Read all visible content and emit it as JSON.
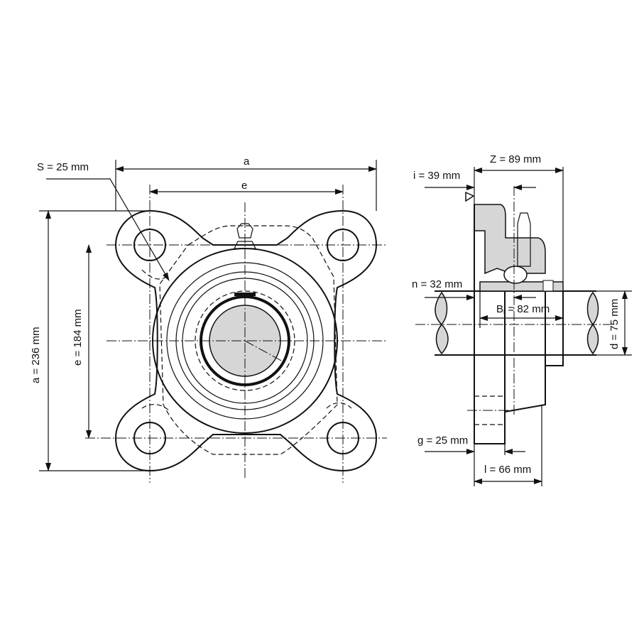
{
  "title": "Square flange bearing unit – dimension drawing",
  "front_view": {
    "label_a_top": "a",
    "label_e_top": "e",
    "label_s": "S = 25 mm",
    "label_a_side": "a = 236 mm",
    "label_e_side": "e = 184 mm"
  },
  "side_view": {
    "label_z": "Z = 89 mm",
    "label_i": "i = 39 mm",
    "label_n": "n = 32 mm",
    "label_bi_main": "B",
    "label_bi_sub": "i",
    "label_bi_value": " = 82 mm",
    "label_d": "d = 75 mm",
    "label_g": "g = 25 mm",
    "label_l": "l = 66 mm"
  },
  "colors": {
    "line": "#111111",
    "fill": "#d6d6d6"
  }
}
